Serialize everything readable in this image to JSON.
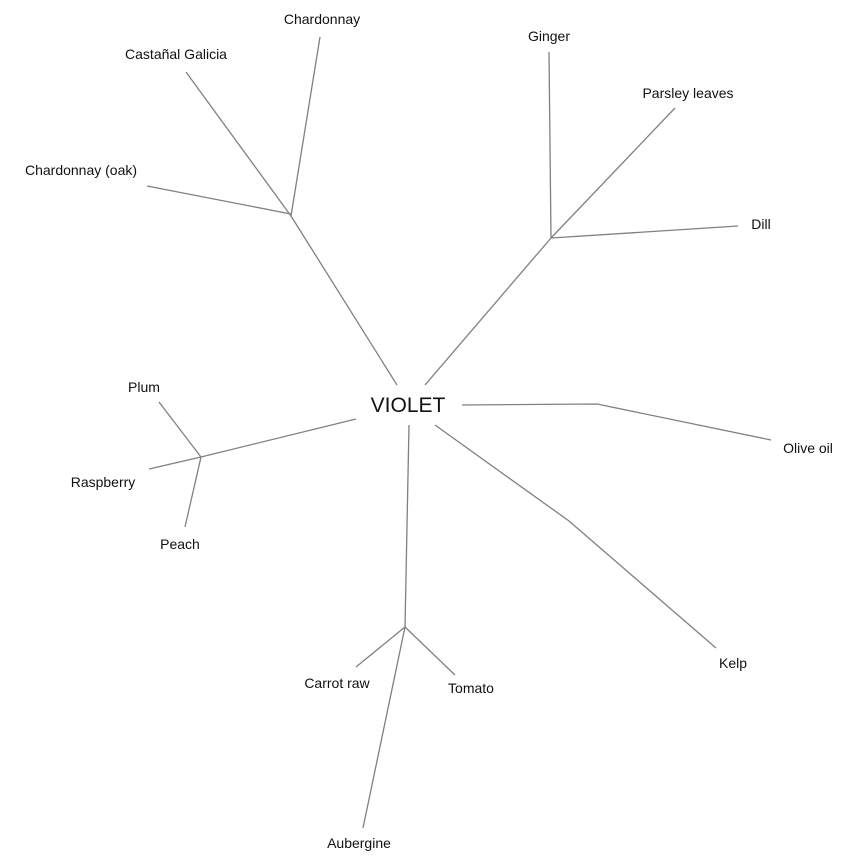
{
  "diagram": {
    "root": "VIOLET",
    "groups": [
      {
        "leaves": [
          "Chardonnay",
          "Castañal Galicia",
          "Chardonnay (oak)"
        ]
      },
      {
        "leaves": [
          "Ginger",
          "Parsley leaves",
          "Dill"
        ]
      },
      {
        "leaves": [
          "Olive oil"
        ]
      },
      {
        "leaves": [
          "Kelp"
        ]
      },
      {
        "leaves": [
          "Carrot raw",
          "Tomato",
          "Aubergine"
        ]
      },
      {
        "leaves": [
          "Plum",
          "Raspberry",
          "Peach"
        ]
      }
    ]
  },
  "colors": {
    "edge": "#808080",
    "text": "#111111"
  }
}
